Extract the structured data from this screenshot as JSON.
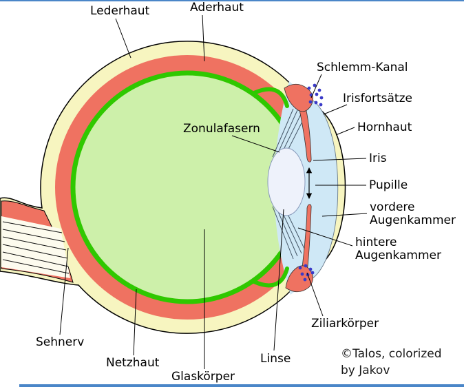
{
  "diagram": {
    "labels": {
      "lederhaut": "Lederhaut",
      "aderhaut": "Aderhaut",
      "schlemm_kanal": "Schlemm-Kanal",
      "irisfortsaetze": "Irisfortsätze",
      "hornhaut": "Hornhaut",
      "iris": "Iris",
      "pupille": "Pupille",
      "vordere_line1": "vordere",
      "vordere_line2": "Augenkammer",
      "hintere_line1": "hintere",
      "hintere_line2": "Augenkammer",
      "ziliarkoerper": "Ziliarkörper",
      "zonulafasern": "Zonulafasern",
      "sehnerv": "Sehnerv",
      "netzhaut": "Netzhaut",
      "glaskoerper": "Glaskörper",
      "linse": "Linse"
    },
    "credit": {
      "line1": "©Talos, colorized",
      "line2": "by Jakov"
    },
    "colors": {
      "sclera": "#f7f5c0",
      "choroid": "#ef7261",
      "retina": "#2fc800",
      "vitreous": "#cdf0aa",
      "anterior_chamber": "#cfe8f6",
      "lens": "#eef2fb",
      "ciliary_dots": "#3a3ac8",
      "frame_bar": "#4a86c8",
      "nerve_fiber_zone": "#fdfbee"
    }
  }
}
